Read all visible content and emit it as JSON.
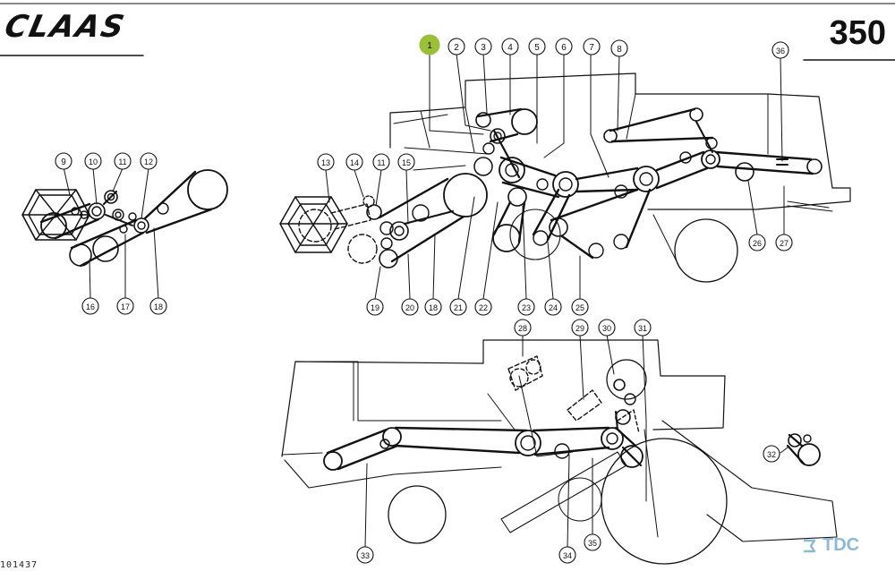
{
  "header": {
    "brand": "CLAAS",
    "page_number": "350"
  },
  "footer": {
    "doc_code": "101437",
    "watermark": "TDC"
  },
  "highlight_color": "#9bbf3a",
  "callouts": [
    "1",
    "2",
    "3",
    "4",
    "5",
    "6",
    "7",
    "8",
    "9",
    "10",
    "11",
    "11",
    "12",
    "13",
    "14",
    "15",
    "16",
    "17",
    "18",
    "18",
    "19",
    "20",
    "21",
    "22",
    "23",
    "24",
    "25",
    "26",
    "27",
    "28",
    "29",
    "30",
    "31",
    "32",
    "33",
    "34",
    "35",
    "36"
  ]
}
